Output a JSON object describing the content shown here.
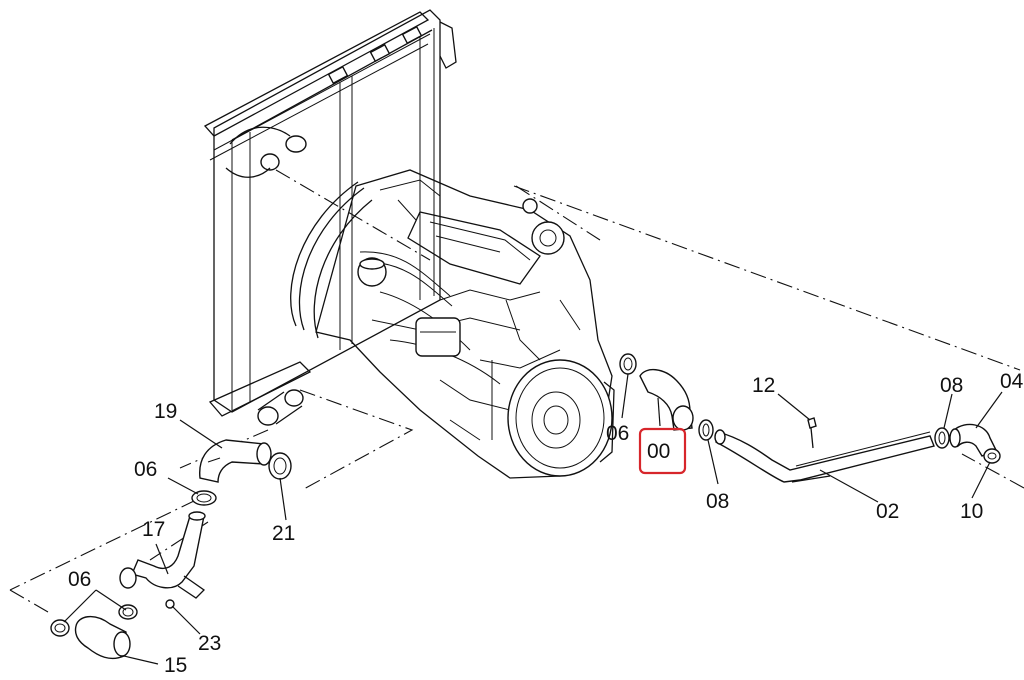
{
  "labels": {
    "p19": "19",
    "p06a": "06",
    "p17": "17",
    "p06b": "06",
    "p23": "23",
    "p15": "15",
    "p21": "21",
    "p06c": "06",
    "p00": "00",
    "p08a": "08",
    "p12": "12",
    "p02": "02",
    "p08b": "08",
    "p04": "04",
    "p10": "10"
  },
  "highlight_color": "#d7262b"
}
